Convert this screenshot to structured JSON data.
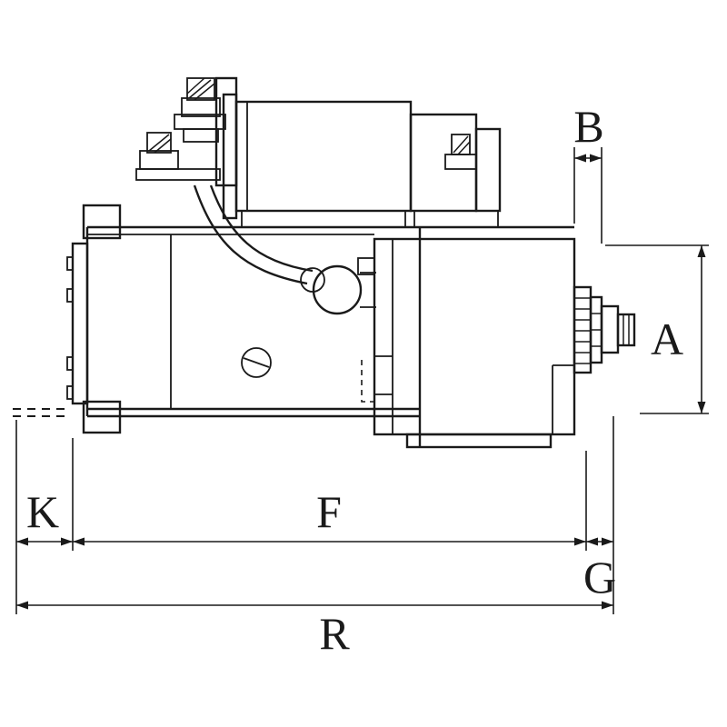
{
  "colors": {
    "background": "#ffffff",
    "line": "#1a1a1a"
  },
  "dimensions": {
    "a": {
      "label": "A"
    },
    "b": {
      "label": "B"
    },
    "f": {
      "label": "F"
    },
    "g": {
      "label": "G"
    },
    "k": {
      "label": "K"
    },
    "r": {
      "label": "R"
    }
  }
}
